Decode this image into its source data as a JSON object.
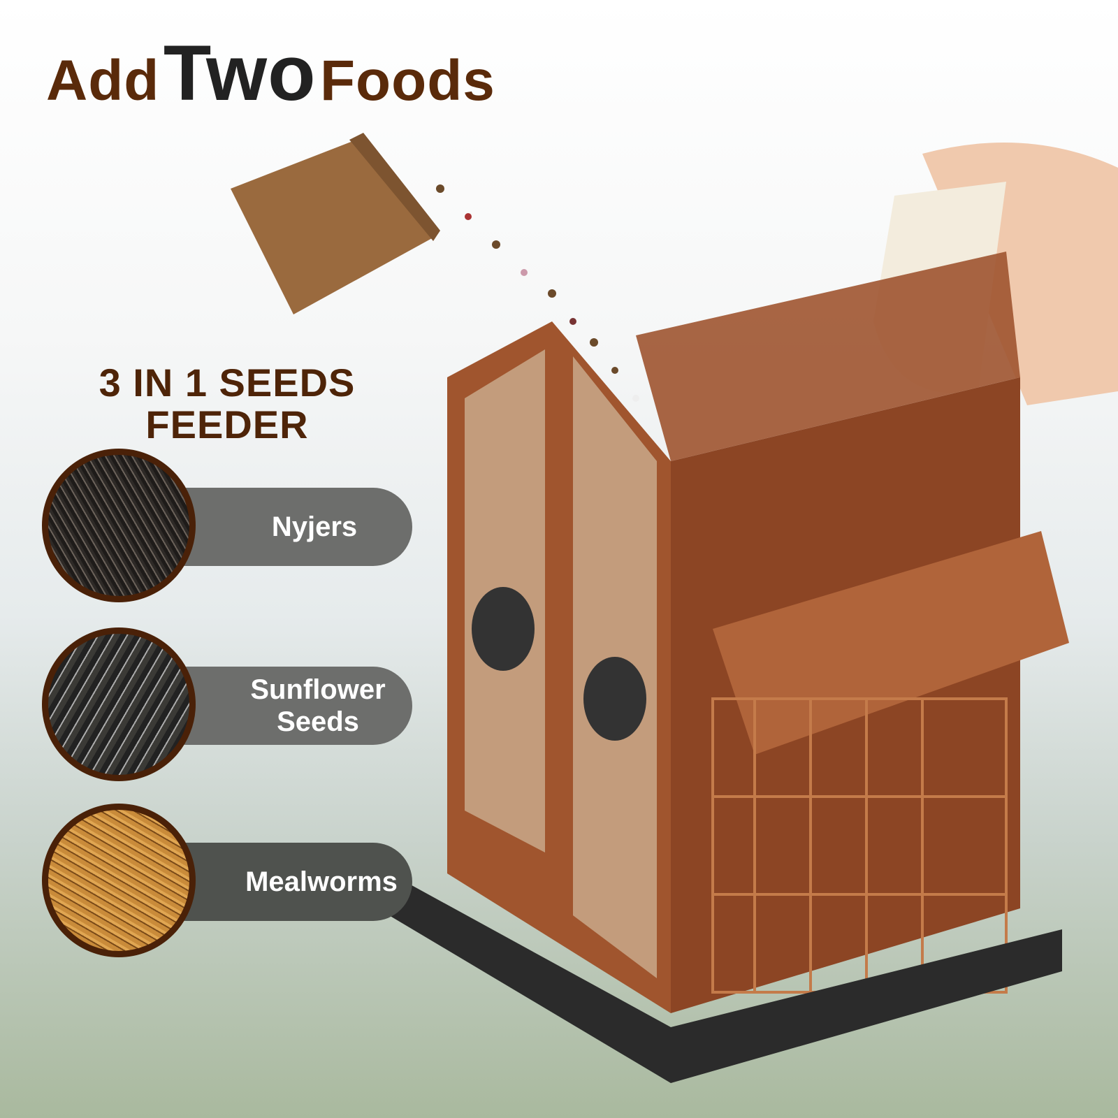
{
  "title": {
    "part1": "Add",
    "part2": "Two",
    "part3": "Foods"
  },
  "subtitle": {
    "line1": "3 IN 1 SEEDS",
    "line2": "FEEDER"
  },
  "seeds": [
    {
      "label": "Nyjers",
      "color": "#2e2a27"
    },
    {
      "label": "Sunflower Seeds",
      "color": "#3b3a36"
    },
    {
      "label": "Mealworms",
      "color": "#b07a30"
    }
  ],
  "colors": {
    "brand_brown": "#5a2a0a",
    "feeder": "#a0552e",
    "pill": "#6d6e6c"
  }
}
